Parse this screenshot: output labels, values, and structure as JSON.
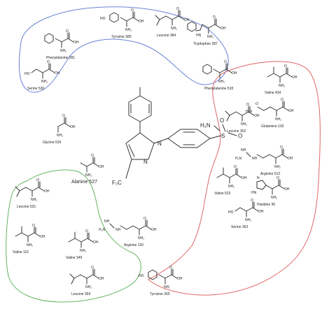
{
  "diagram": {
    "colors": {
      "blue": "#6b83d6",
      "red": "#e06767",
      "green": "#63b463",
      "ink": "#333333"
    },
    "central_molecule": {
      "sulfonamide_nh2": "H₂N",
      "sulfonyl": "S",
      "oxygen": "O",
      "cf3": "F₃C",
      "nitrogen": "N"
    },
    "residues": [
      {
        "id": "tyr385",
        "label": "Tyrosine 385",
        "shape": "tyr"
      },
      {
        "id": "leu384",
        "label": "Leucine 384",
        "shape": "leu"
      },
      {
        "id": "trp387",
        "label": "Tryptophan 387",
        "shape": "trp"
      },
      {
        "id": "phe381",
        "label": "Phenylalanine 381",
        "shape": "phe"
      },
      {
        "id": "ser530",
        "label": "Serine 530",
        "shape": "ser"
      },
      {
        "id": "phe518",
        "label": "Phenylalanine 518",
        "shape": "phe"
      },
      {
        "id": "val434",
        "label": "Valine 434",
        "shape": "val"
      },
      {
        "id": "leu352",
        "label": "Leucine 352",
        "shape": "leu"
      },
      {
        "id": "gln192",
        "label": "Glutamine 192",
        "shape": "gln"
      },
      {
        "id": "gly526",
        "label": "Glycine 526",
        "shape": "gly"
      },
      {
        "id": "arg513",
        "label": "Arginine 513",
        "shape": "arg"
      },
      {
        "id": "ala527",
        "label": "Alanine 527",
        "shape": "ala"
      },
      {
        "id": "val523",
        "label": "Valine 523",
        "shape": "val"
      },
      {
        "id": "his90",
        "label": "Histidine 90",
        "shape": "his"
      },
      {
        "id": "leu531",
        "label": "Leucine 531",
        "shape": "leu"
      },
      {
        "id": "ser353",
        "label": "Serine 353",
        "shape": "ser"
      },
      {
        "id": "arg120",
        "label": "Arginine 120",
        "shape": "arg"
      },
      {
        "id": "val116",
        "label": "Valine 116",
        "shape": "val"
      },
      {
        "id": "val349",
        "label": "Valine 349",
        "shape": "val"
      },
      {
        "id": "tyr355",
        "label": "Tyrosine 355",
        "shape": "tyr"
      },
      {
        "id": "leu359",
        "label": "Leucine 359",
        "shape": "leu"
      }
    ],
    "atoms": {
      "oh": "OH",
      "ho": "HO",
      "nh2": "NH₂",
      "o": "O",
      "h2n": "H₂N",
      "nh": "NH",
      "hn": "HN",
      "n": "N"
    }
  }
}
